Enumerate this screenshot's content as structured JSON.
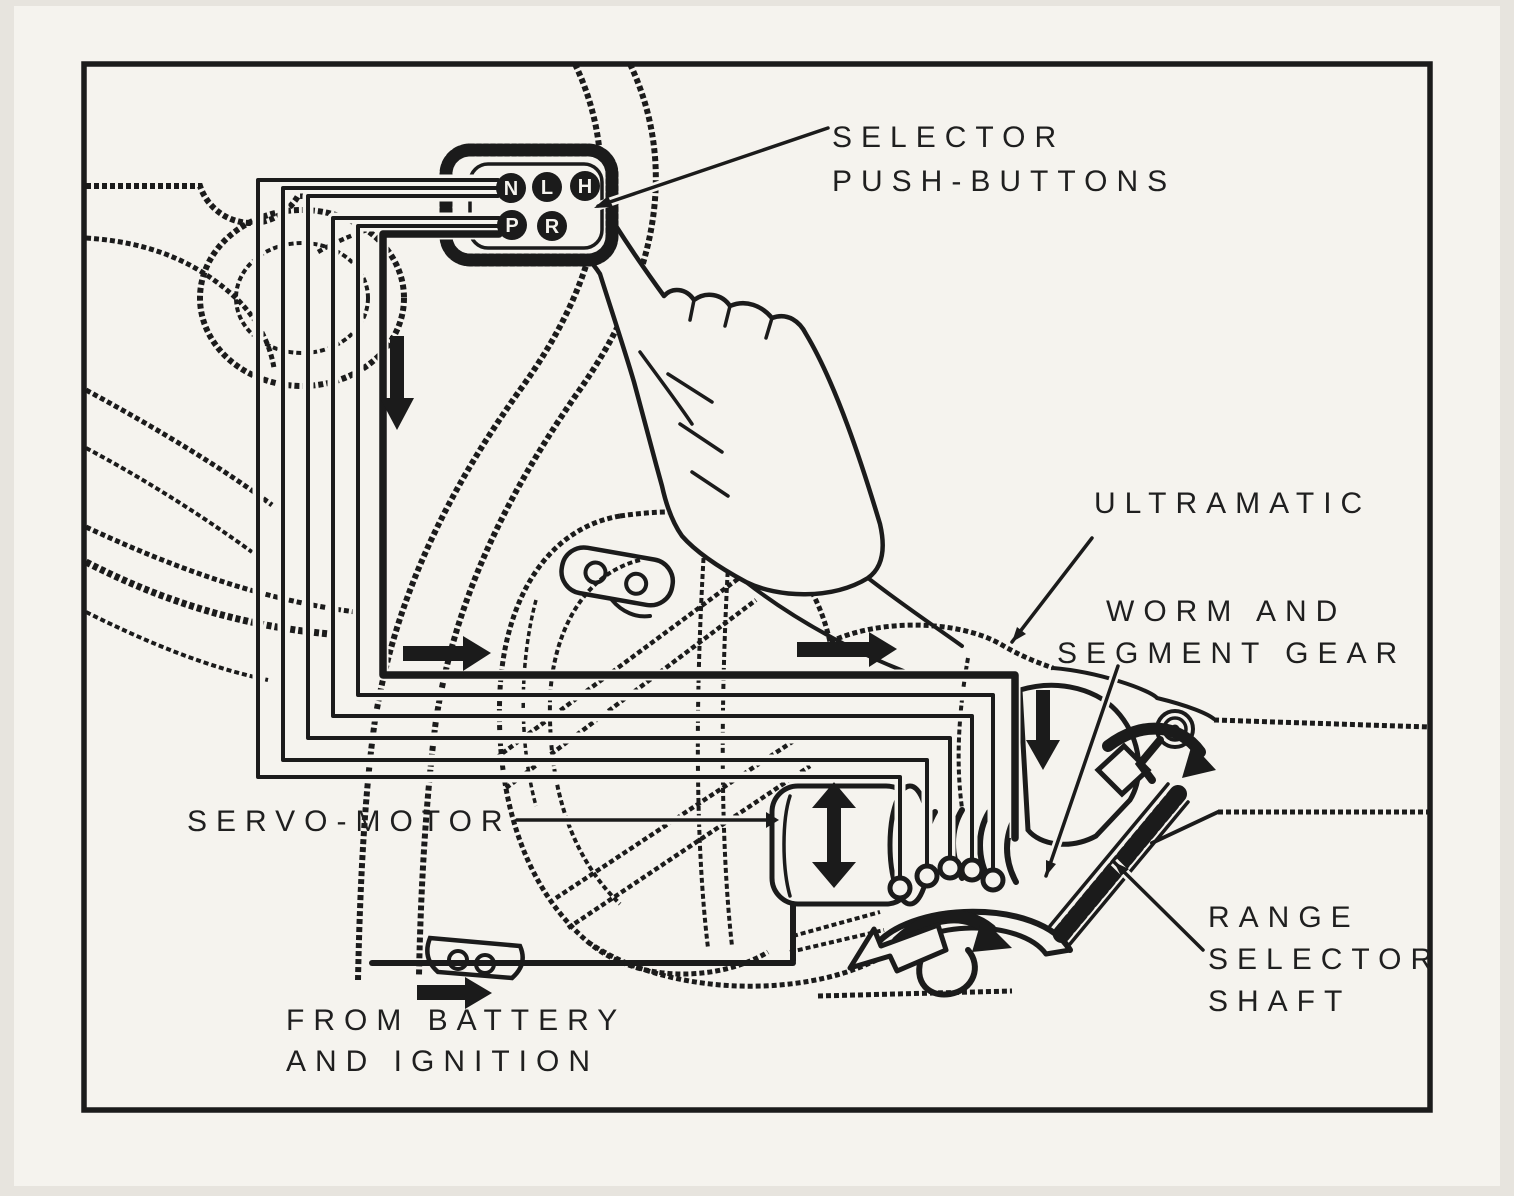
{
  "artwork": {
    "kind": "vintage cutaway technical illustration",
    "subject": "Push-button automatic transmission selector system",
    "medium": "black ink line art photographed on glossy paper"
  },
  "colors": {
    "ink": "#1b1b1b",
    "paper": "#f5f3ee",
    "margin": "#e7e4de"
  },
  "push_button_pod": {
    "row1": [
      "N",
      "L",
      "H"
    ],
    "row2": [
      "P",
      "R"
    ]
  },
  "labels": {
    "selector": {
      "line1": "SELECTOR",
      "line2": "PUSH-BUTTONS"
    },
    "ultramatic": "ULTRAMATIC",
    "worm_gear": {
      "line1": "WORM AND",
      "line2": "SEGMENT GEAR"
    },
    "servo_motor": "SERVO-MOTOR",
    "range_shaft": {
      "line1": "RANGE",
      "line2": "SELECTOR",
      "line3": "SHAFT"
    },
    "battery": {
      "line1": "FROM BATTERY",
      "line2": "AND IGNITION"
    }
  },
  "flow_arrows": [
    "down-arrow-wire-descent",
    "right-arrow-wire-run-left",
    "right-arrow-wire-run-case",
    "down-arrow-worm-gear",
    "right-arrow-battery-feed",
    "up-down-arrow-servo-motor",
    "curved-arrow-segment-gear",
    "curved-arrow-range-shaft",
    "white-arrow-gear-output"
  ]
}
